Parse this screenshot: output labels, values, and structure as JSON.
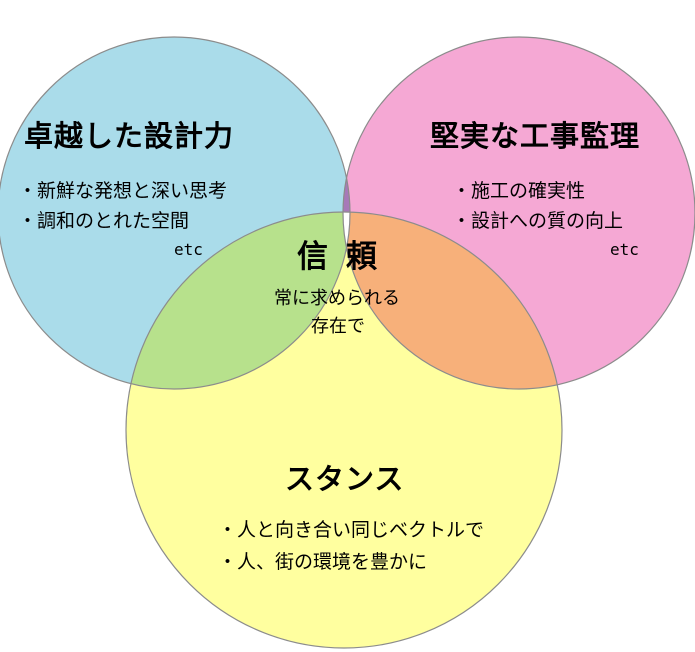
{
  "colors": {
    "design": "#aadcea",
    "construction": "#f5a8d4",
    "stance": "#ffff9f",
    "design_construction": "#a779b8",
    "design_stance": "#b7e18c",
    "construction_stance": "#f7b07a",
    "center": "#ffffff",
    "outline": "#8c8c8c"
  },
  "design": {
    "title": "卓越した設計力",
    "bullets": [
      "・新鮮な発想と深い思考",
      "・調和のとれた空間"
    ],
    "etc": "etc"
  },
  "construction": {
    "title": "堅実な工事監理",
    "bullets": [
      "・施工の確実性",
      "・設計への質の向上"
    ],
    "etc": "etc"
  },
  "stance": {
    "title": "スタンス",
    "bullets": [
      "・人と向き合い同じベクトルで",
      "・人、街の環境を豊かに"
    ]
  },
  "center": {
    "title": "信頼",
    "subtitle_line1": "常に求められる",
    "subtitle_line2": "存在で"
  }
}
